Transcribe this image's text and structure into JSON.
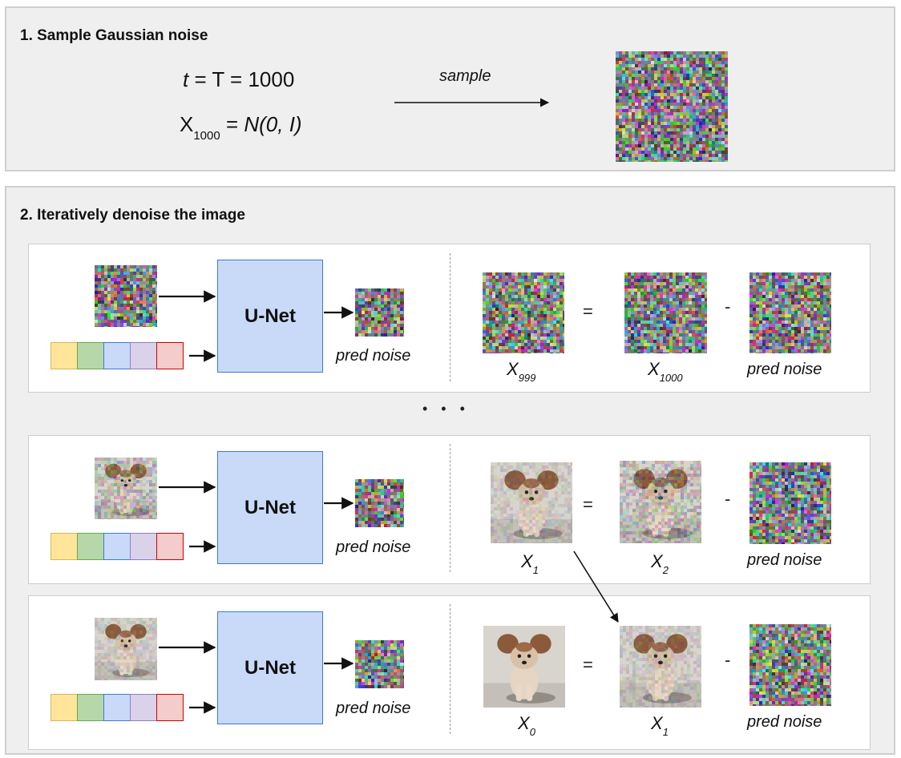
{
  "step1": {
    "title": "1. Sample Gaussian noise",
    "eq1": {
      "t": "t",
      "rest": " = T = 1000"
    },
    "eq2": {
      "x": "X",
      "sub": "1000",
      "eq": " = ",
      "dist": "N(0, I)"
    },
    "arrow_label": "sample"
  },
  "step2": {
    "title": "2. Iteratively denoise the image",
    "ellipsis": "• • •",
    "rows": [
      {
        "unet_label": "U-Net",
        "pred_label": "pred noise",
        "eq": "=",
        "minus": "-",
        "lhs": {
          "x": "X",
          "sub": "999"
        },
        "rhs": {
          "x": "X",
          "sub": "1000"
        },
        "rhs2_label": "pred noise"
      },
      {
        "unet_label": "U-Net",
        "pred_label": "pred noise",
        "eq": "=",
        "minus": "-",
        "lhs": {
          "x": "X",
          "sub": "1"
        },
        "rhs": {
          "x": "X",
          "sub": "2"
        },
        "rhs2_label": "pred noise"
      },
      {
        "unet_label": "U-Net",
        "pred_label": "pred noise",
        "eq": "=",
        "minus": "-",
        "lhs": {
          "x": "X",
          "sub": "0"
        },
        "rhs": {
          "x": "X",
          "sub": "1"
        },
        "rhs2_label": "pred noise"
      }
    ]
  },
  "embedding_colors": [
    {
      "fill": "#ffe599",
      "stroke": "#d6b656"
    },
    {
      "fill": "#b6d7a8",
      "stroke": "#6aa84f"
    },
    {
      "fill": "#c9daf8",
      "stroke": "#3c78d8"
    },
    {
      "fill": "#d9d2e9",
      "stroke": "#8e7cc3"
    },
    {
      "fill": "#f4cccc",
      "stroke": "#cc0000"
    }
  ],
  "colors": {
    "unet_fill": "#c9daf8",
    "unet_stroke": "#3c78d8",
    "panel_bg": "#efefef"
  }
}
